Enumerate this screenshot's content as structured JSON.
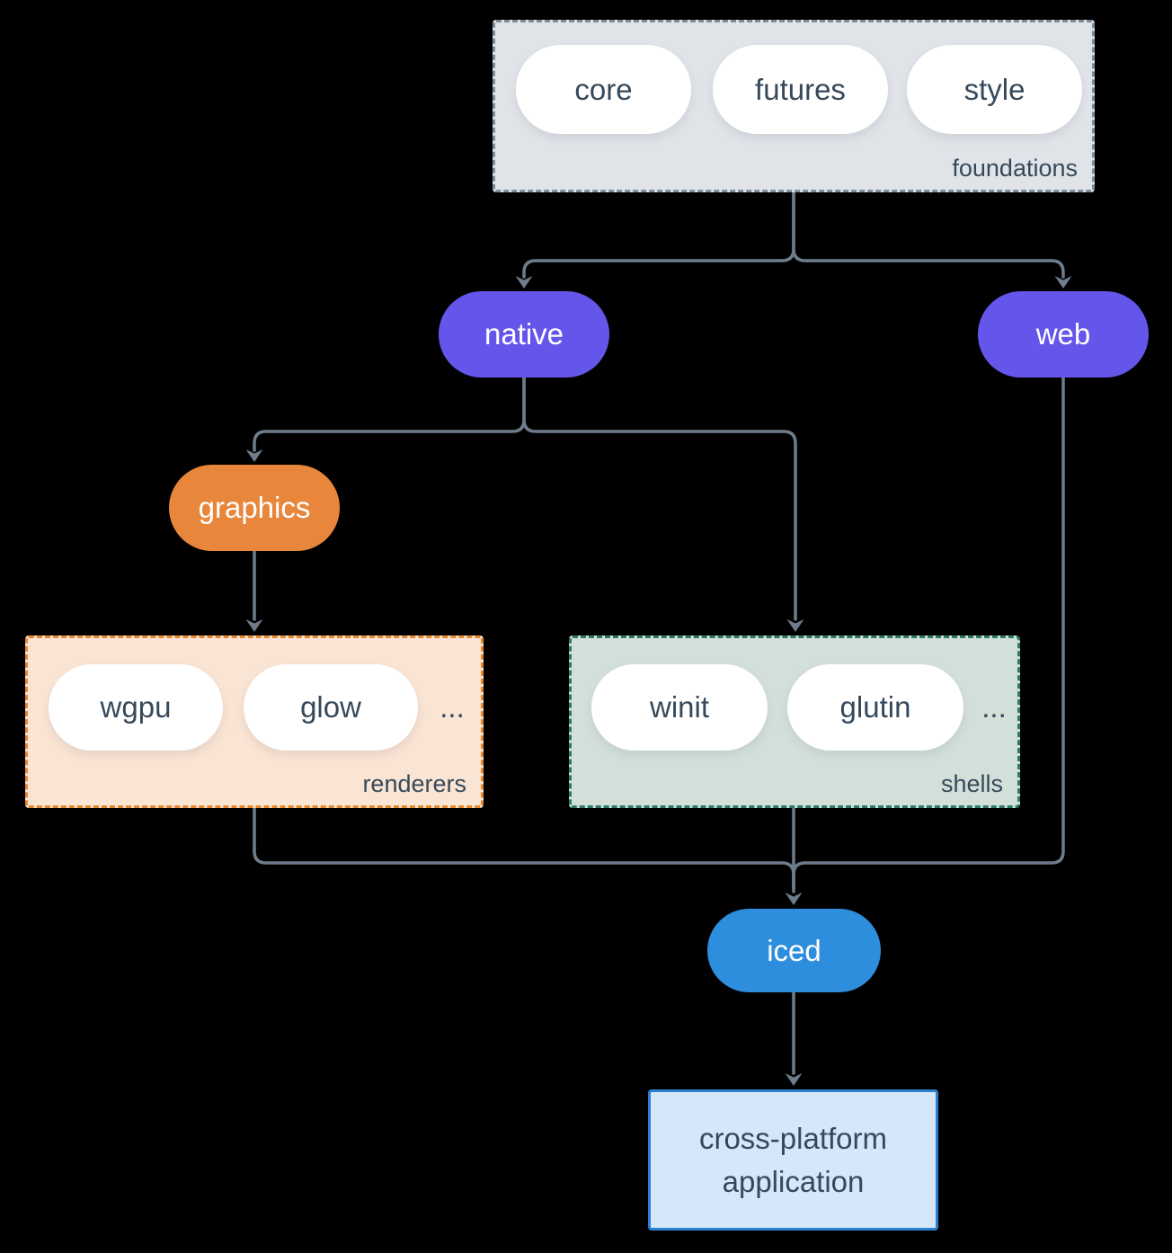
{
  "colors": {
    "background": "#000000",
    "connector": "#6e7c8b",
    "foundations_fill": "#e0e4e9",
    "foundations_border": "#7e8c9a",
    "native_web_fill": "#6556eb",
    "graphics_fill": "#e8863b",
    "renderers_fill": "#fae4d4",
    "renderers_border": "#e8862e",
    "shells_fill": "#d3e0da",
    "shells_border": "#2b7a68",
    "iced_fill": "#2e8ede",
    "application_fill": "#d5e7f9",
    "application_border": "#2b80d1",
    "text_dark": "#36495a",
    "text_light": "#ffffff"
  },
  "nodes": {
    "foundations": {
      "label": "foundations",
      "pills": [
        "core",
        "futures",
        "style"
      ]
    },
    "native": {
      "label": "native"
    },
    "web": {
      "label": "web"
    },
    "graphics": {
      "label": "graphics"
    },
    "renderers": {
      "label": "renderers",
      "pills": [
        "wgpu",
        "glow"
      ],
      "more": "..."
    },
    "shells": {
      "label": "shells",
      "pills": [
        "winit",
        "glutin"
      ],
      "more": "..."
    },
    "iced": {
      "label": "iced"
    },
    "application": {
      "label": "cross-platform application"
    }
  },
  "edges": [
    {
      "from": "foundations",
      "to": "native"
    },
    {
      "from": "foundations",
      "to": "web"
    },
    {
      "from": "native",
      "to": "graphics"
    },
    {
      "from": "native",
      "to": "shells"
    },
    {
      "from": "graphics",
      "to": "renderers"
    },
    {
      "from": "renderers",
      "to": "iced"
    },
    {
      "from": "shells",
      "to": "iced"
    },
    {
      "from": "web",
      "to": "iced"
    },
    {
      "from": "iced",
      "to": "application"
    }
  ]
}
